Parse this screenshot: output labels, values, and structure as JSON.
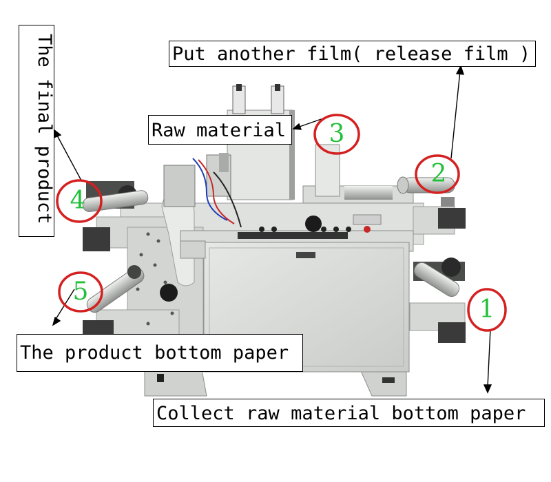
{
  "labels": {
    "final_product": "The final product",
    "release_film": "Put another film( release film )",
    "raw_material": "Raw material",
    "product_bottom_paper": "The product bottom paper",
    "collect_bottom_paper": "Collect raw material bottom paper"
  },
  "markers": [
    "1",
    "2",
    "3",
    "4",
    "5"
  ],
  "colors": {
    "marker_ring": "#d42020",
    "marker_number": "#22c03a",
    "machine_body": "#d9dcd8"
  }
}
